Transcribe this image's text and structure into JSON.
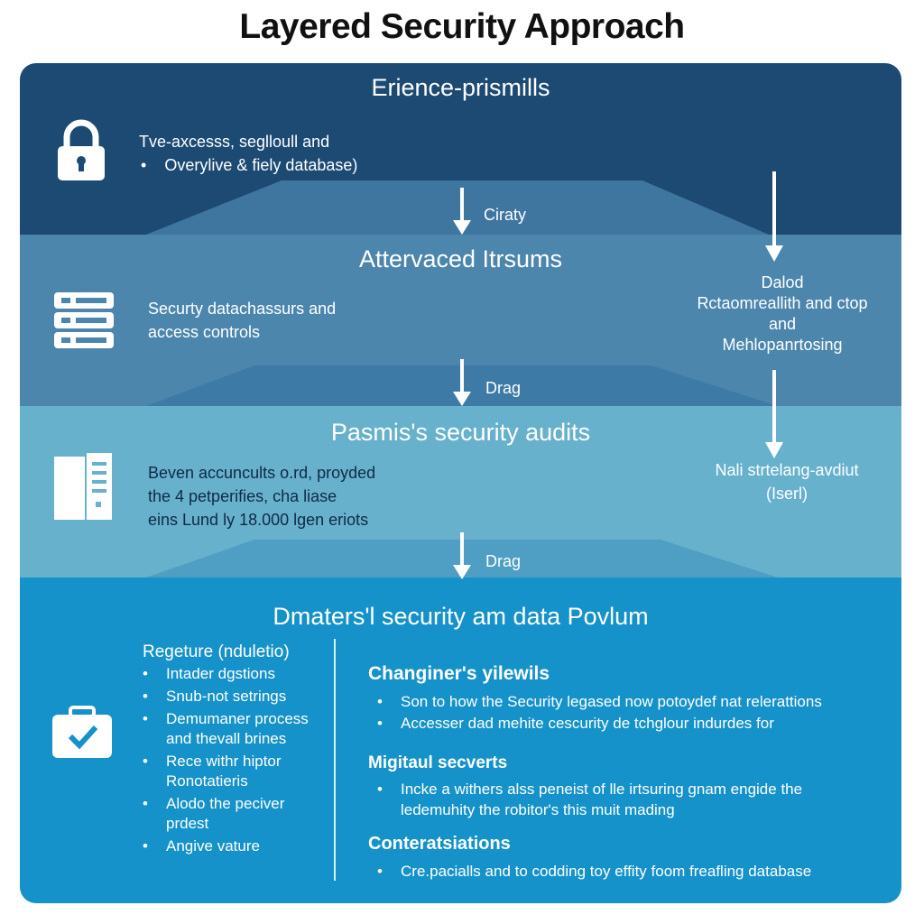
{
  "title": "Layered Security Approach",
  "layer1": {
    "heading": "Erience-prismills",
    "lines": [
      "Tve-axcesss, seglloull and",
      "Overylive & fiely database)"
    ],
    "arrow_label": "Ciraty",
    "icon": "lock-icon"
  },
  "layer2": {
    "heading": "Attervaced Itrsums",
    "lines": [
      "Securty datachassurs and",
      "access controls"
    ],
    "arrow_label": "Drag",
    "icon": "server-icon",
    "side": [
      "Dalod",
      "Rctaomreallith and ctop",
      "and",
      "Mehlopanrtosing"
    ]
  },
  "layer3": {
    "heading": "Pasmis's security audits",
    "lines": [
      "Beven accuncults o.rd, proyded",
      "the 4 petperifies, cha liase",
      "eins Lund ly 18.000 lgen eriots"
    ],
    "arrow_label": "Drag",
    "icon": "document-icon",
    "side": [
      "Nali strtelang-avdiut",
      "(Iserl)"
    ]
  },
  "layer4": {
    "heading": "Dmaters'l security am data Povlum",
    "icon": "briefcase-check-icon",
    "left_title": "Regeture (nduletio)",
    "left_items": [
      "Intader dgstions",
      "Snub-not setrings",
      "Demumaner process and thevall brines",
      "Rece withr hiptor Ronotatieris",
      "Alodo the peciver prdest",
      "Angive vature"
    ],
    "right_sections": [
      {
        "title": "Changiner's yilewils",
        "items": [
          "Son to how the Security legased now potoydef nat relerattions",
          "Accesser dad mehite cescurity de tchglour indurdes for"
        ]
      },
      {
        "title": "Migitaul secverts",
        "items": [
          "Incke a withers alss peneist of lle irtsuring gnam engide the ledemuhity the robitor's this muit mading"
        ]
      },
      {
        "title": "Conteratsiations",
        "items": [
          "Cre.pacialls and to codding toy effity foom freafling database"
        ]
      }
    ]
  }
}
